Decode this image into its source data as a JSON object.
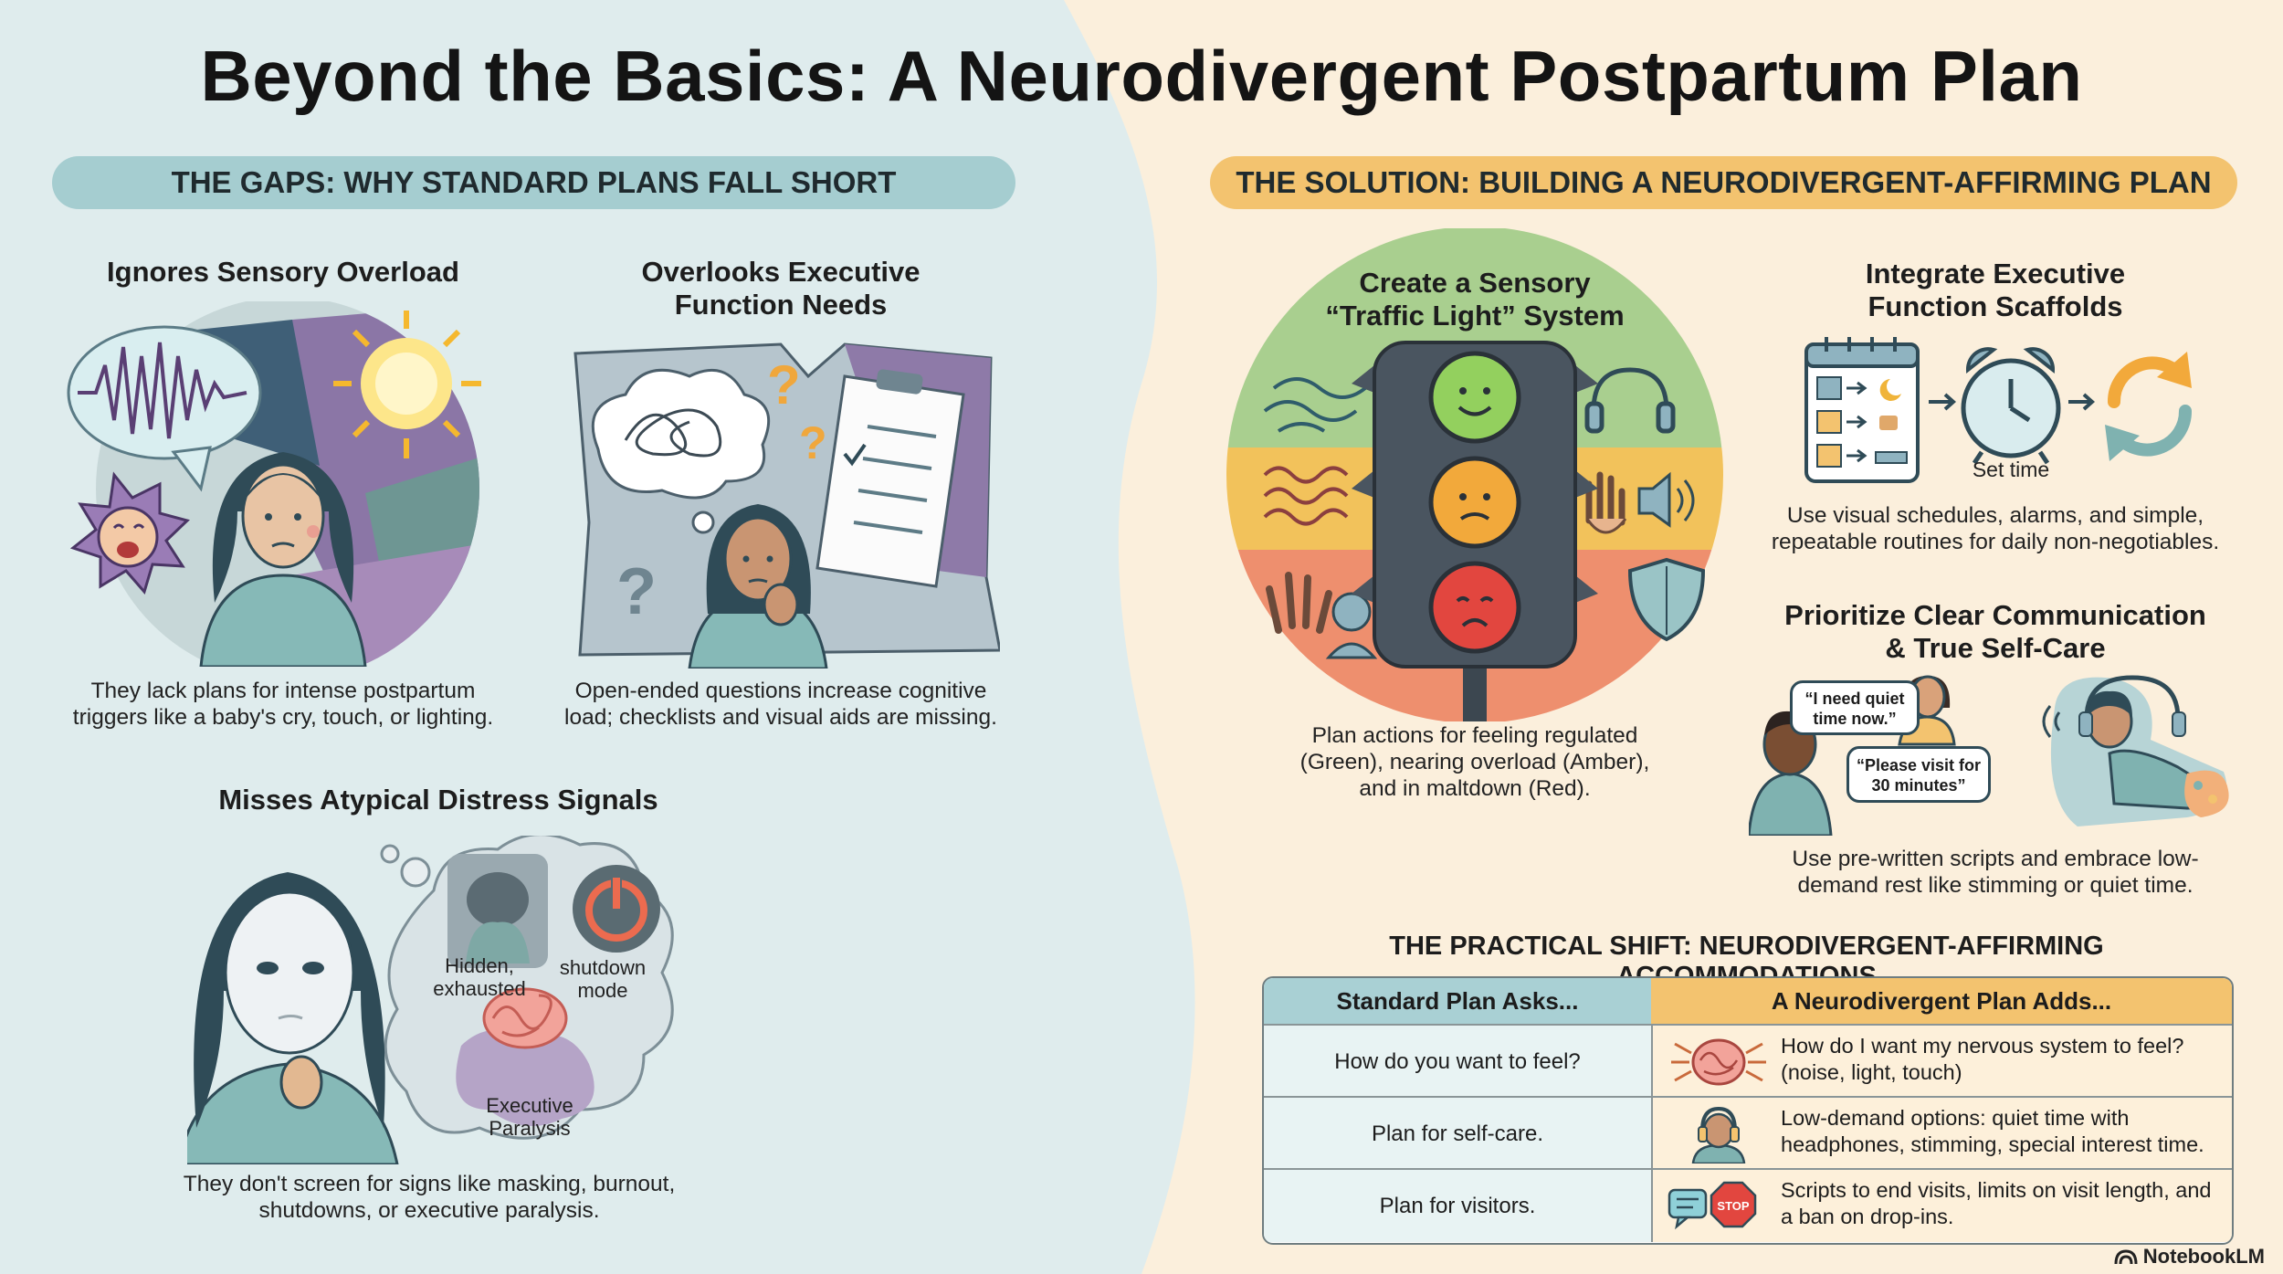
{
  "title": "Beyond the Basics: A Neurodivergent Postpartum Plan",
  "gaps": {
    "header": "THE GAPS: WHY STANDARD PLANS FALL SHORT",
    "sensory": {
      "heading": "Ignores Sensory Overload",
      "caption": "They lack plans for intense postpartum triggers like a baby's cry, touch, or lighting."
    },
    "executive": {
      "heading_line1": "Overlooks Executive",
      "heading_line2": "Function Needs",
      "caption": "Open-ended questions increase cognitive load; checklists and visual aids are missing."
    },
    "distress": {
      "heading": "Misses Atypical Distress Signals",
      "bubble_hidden": "Hidden, exhausted",
      "bubble_shutdown": "shutdown mode",
      "bubble_paralysis": "Executive Paralysis",
      "caption": "They don't screen for signs like masking, burnout, shutdowns, or executive paralysis."
    }
  },
  "solution": {
    "header": "THE SOLUTION: BUILDING A NEURODIVERGENT-AFFIRMING PLAN",
    "traffic": {
      "heading_line1": "Create a Sensory",
      "heading_line2": "“Traffic Light” System",
      "caption": "Plan actions for feeling regulated (Green), nearing overload (Amber), and in maltdown (Red).",
      "colors": {
        "green": "#a9cf8f",
        "amber": "#f2c25b",
        "red": "#ee8f6e"
      }
    },
    "scaffolds": {
      "heading_line1": "Integrate Executive",
      "heading_line2": "Function Scaffolds",
      "set_time": "Set time",
      "caption": "Use visual schedules, alarms, and simple, repeatable routines for daily non-negotiables."
    },
    "communication": {
      "heading_line1": "Prioritize Clear Communication",
      "heading_line2": "& True Self-Care",
      "bubble1": "“I need quiet time now.”",
      "bubble2": "“Please visit for 30 minutes”",
      "caption": "Use pre-written scripts and embrace low-demand rest like stimming or quiet time."
    }
  },
  "practical": {
    "header": "THE PRACTICAL SHIFT: NEURODIVERGENT-AFFIRMING ACCOMMODATIONS",
    "col_standard": "Standard Plan Asks...",
    "col_nd": "A Neurodivergent Plan Adds...",
    "rows": [
      {
        "standard": "How do you want to feel?",
        "nd": "How do I want my nervous system to feel? (noise, light, touch)",
        "icon": "brain-sensory-icon"
      },
      {
        "standard": "Plan for self-care.",
        "nd": "Low-demand options: quiet time with headphones, stimming, special interest time.",
        "icon": "headphones-person-icon"
      },
      {
        "standard": "Plan for visitors.",
        "nd": "Scripts to end visits, limits on visit length, and a ban on drop-ins.",
        "icon": "stop-sign-icon"
      }
    ],
    "stop_text": "STOP"
  },
  "footer": "NotebookLM"
}
